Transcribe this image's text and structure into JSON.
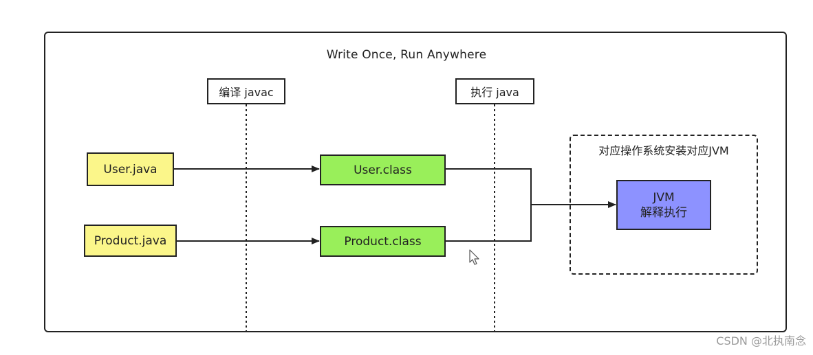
{
  "diagram": {
    "title": "Write Once, Run Anywhere",
    "stages": {
      "compile": "编译 javac",
      "execute": "执行 java"
    },
    "sources": {
      "user": "User.java",
      "product": "Product.java"
    },
    "classes": {
      "user": "User.class",
      "product": "Product.class"
    },
    "environment": {
      "label": "对应操作系统安装对应JVM",
      "jvm_title": "JVM",
      "jvm_subtitle": "解释执行"
    }
  },
  "watermark": "CSDN @北执南念",
  "colors": {
    "source_fill": "#fbf68a",
    "class_fill": "#99ef5a",
    "jvm_fill": "#8d92ff",
    "stroke": "#222222"
  }
}
